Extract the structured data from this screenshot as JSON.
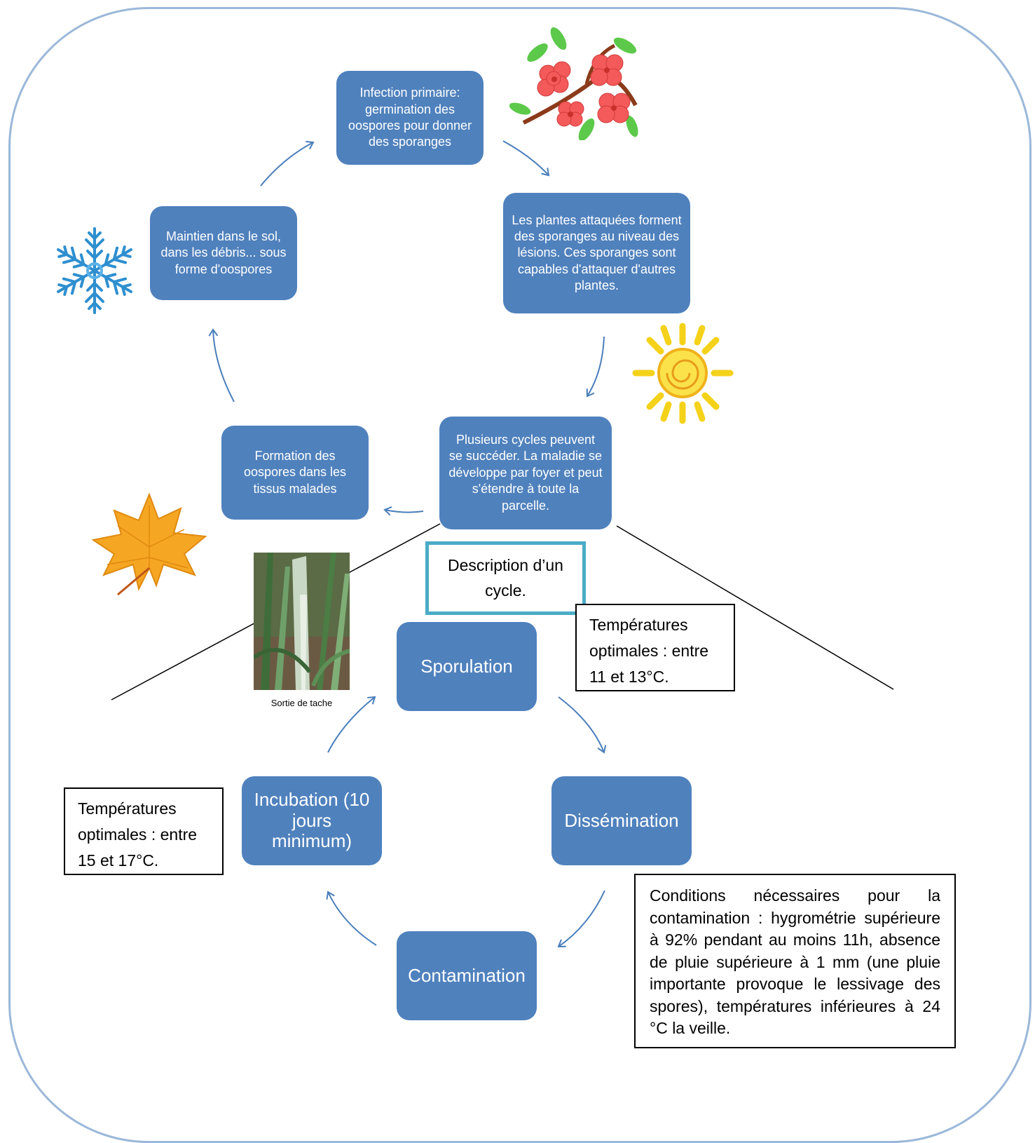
{
  "top_cycle": {
    "infection_primaire": "Infection primaire: germination des oospores pour donner des  sporanges",
    "plantes_attaquees": "Les plantes attaquées forment des sporanges au niveau des lésions. Ces sporanges sont capables d'attaquer d'autres plantes.",
    "plusieurs_cycles": "Plusieurs cycles peuvent se succéder. La maladie se développe par foyer et peut s'étendre à toute la parcelle.",
    "formation_oospores": "Formation des oospores  dans les tissus malades",
    "maintien_sol": "Maintien dans le sol, dans les débris... sous forme d'oospores"
  },
  "description_label": "Description d’un cycle.",
  "bottom_cycle": {
    "sporulation": "Sporulation",
    "dissemination": "Dissémination",
    "contamination": "Contamination",
    "incubation": "Incubation (10 jours minimum)"
  },
  "notes": {
    "sporulation_temp": "Températures optimales : entre 11 et 13°C.",
    "incubation_temp": "Températures optimales : entre 15 et 17°C.",
    "contamination_conditions": "Conditions nécessaires pour la contamination : hygrométrie supérieure à 92% pendant au moins 11h, absence de pluie supérieure à 1 mm (une pluie importante provoque le lessivage des spores), températures inférieures à 24 °C la veille."
  },
  "photo_caption": "Sortie de tache",
  "icons": {
    "spring": "flower-branch-icon",
    "summer": "sun-icon",
    "autumn": "maple-leaf-icon",
    "winter": "snowflake-icon"
  },
  "colors": {
    "box_fill": "#4f81bd",
    "arrow": "#4a7ebb",
    "frame": "#9bb8d9",
    "desc_border": "#4bacc6"
  }
}
